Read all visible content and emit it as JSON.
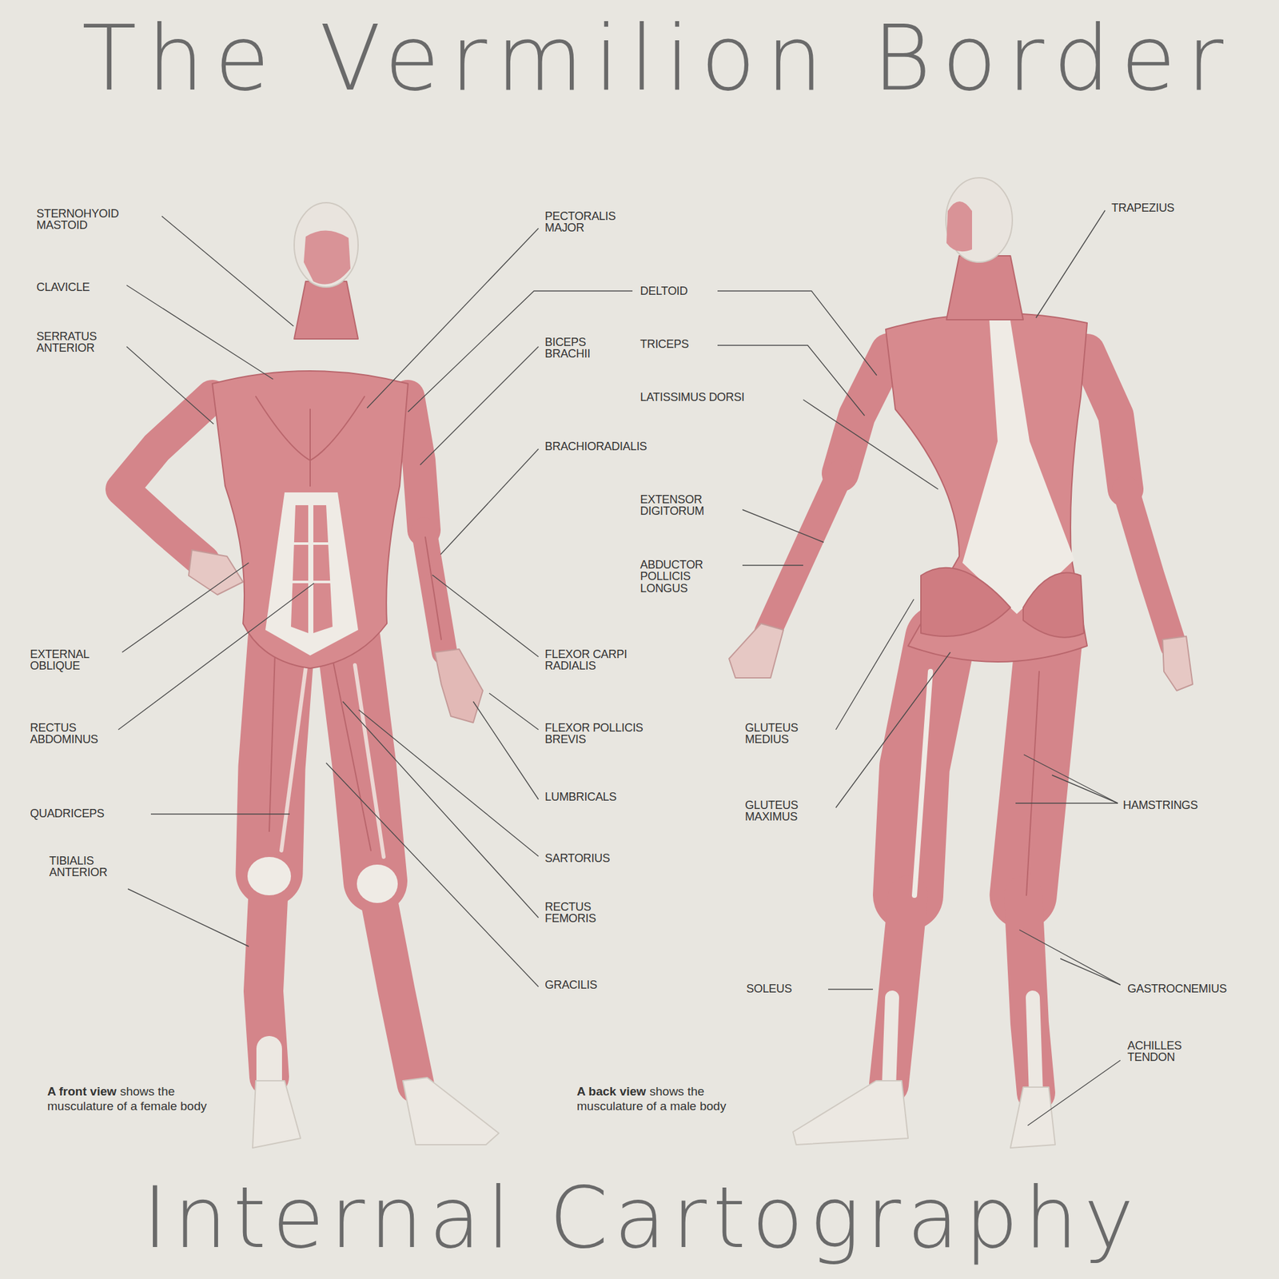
{
  "diagram": {
    "title": "The Vermilion Border",
    "caption": "Internal Cartography",
    "labels": [
      "STERNOHYOID MASTOID",
      "CLAVICLE",
      "SERRATUS ANTERIOR",
      "EXTERNAL OBLIQUE",
      "RECTUS ABDOMINUS",
      "QUADRICEPS",
      "TIBIALIS ANTERIOR",
      "PECTORALIS MAJOR",
      "DELTOID",
      "BICEPS BRACHII",
      "BRACHIORADIALIS",
      "FLEXOR CARPI RADIALIS",
      "FLEXOR POLLICIS BREVIS",
      "LUMBRICALS",
      "SARTORIUS",
      "RECTUS FEMORIS",
      "GRACILIS",
      "TRICEPS",
      "LATISSIMUS DORSI",
      "EXTENSOR DIGITORUM",
      "ABDUCTOR POLLICIS LONGUS",
      "GLUTEUS MEDIUS",
      "GLUTEUS MAXIMUS",
      "SOLEUS",
      "TRAPEZIUS",
      "HAMSTRINGS",
      "GASTROCNEMIUS",
      "ACHILLES TENDON",
      "A front view",
      "shows the musculature of a female body",
      "A back view",
      "shows the musculature of a male body"
    ]
  }
}
